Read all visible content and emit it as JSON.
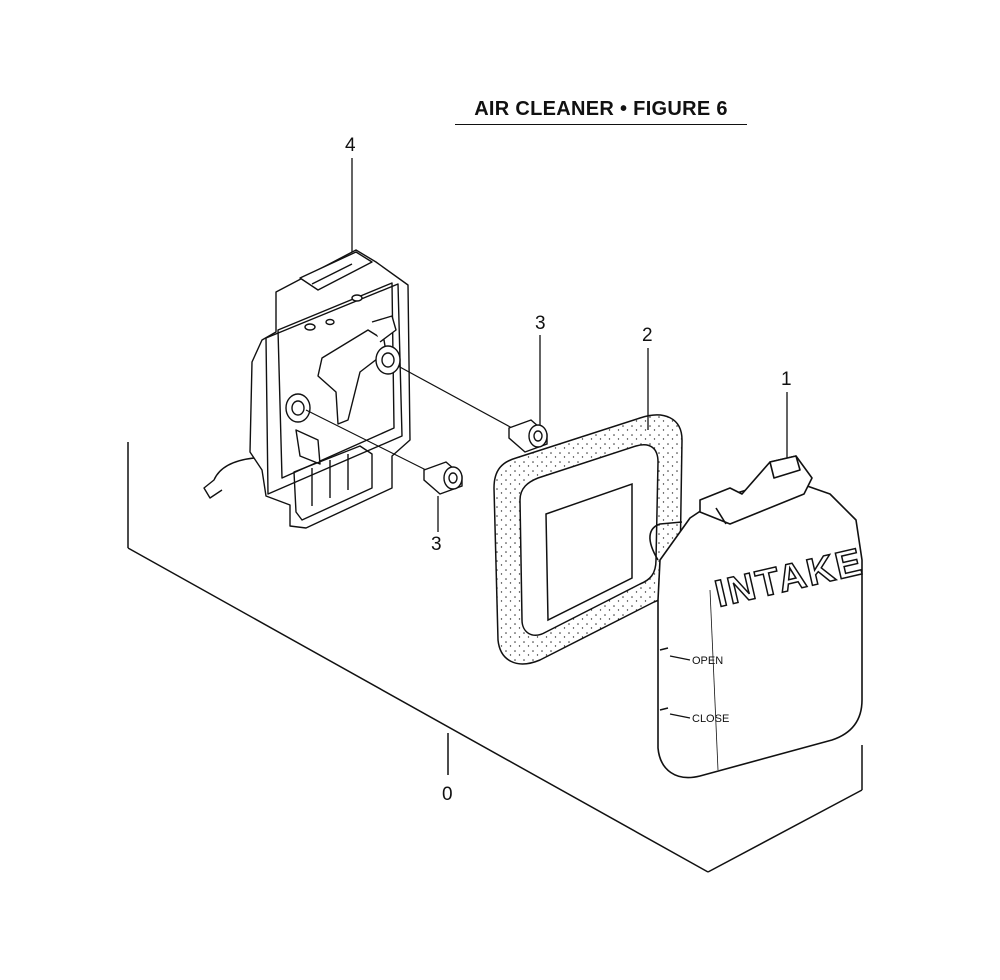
{
  "title": "AIR CLEANER • FIGURE 6",
  "callouts": {
    "assembly": "0",
    "cover": "1",
    "filter": "2",
    "spacer_upper": "3",
    "spacer_lower": "3",
    "base": "4"
  },
  "cover_labels": {
    "brand": "INTAKE",
    "open": "OPEN",
    "close": "CLOSE"
  }
}
